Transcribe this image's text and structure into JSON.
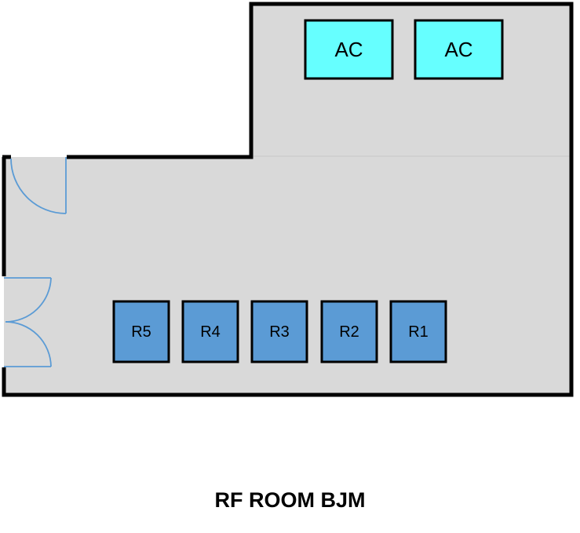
{
  "title": "RF ROOM BJM",
  "colors": {
    "room_fill": "#d9d9d9",
    "wall": "#000000",
    "ac_fill": "#66ffff",
    "rack_fill": "#5b9bd5",
    "door_line": "#5b9bd5"
  },
  "ac_units": [
    {
      "label": "AC"
    },
    {
      "label": "AC"
    }
  ],
  "racks": [
    {
      "label": "R5"
    },
    {
      "label": "R4"
    },
    {
      "label": "R3"
    },
    {
      "label": "R2"
    },
    {
      "label": "R1"
    }
  ]
}
